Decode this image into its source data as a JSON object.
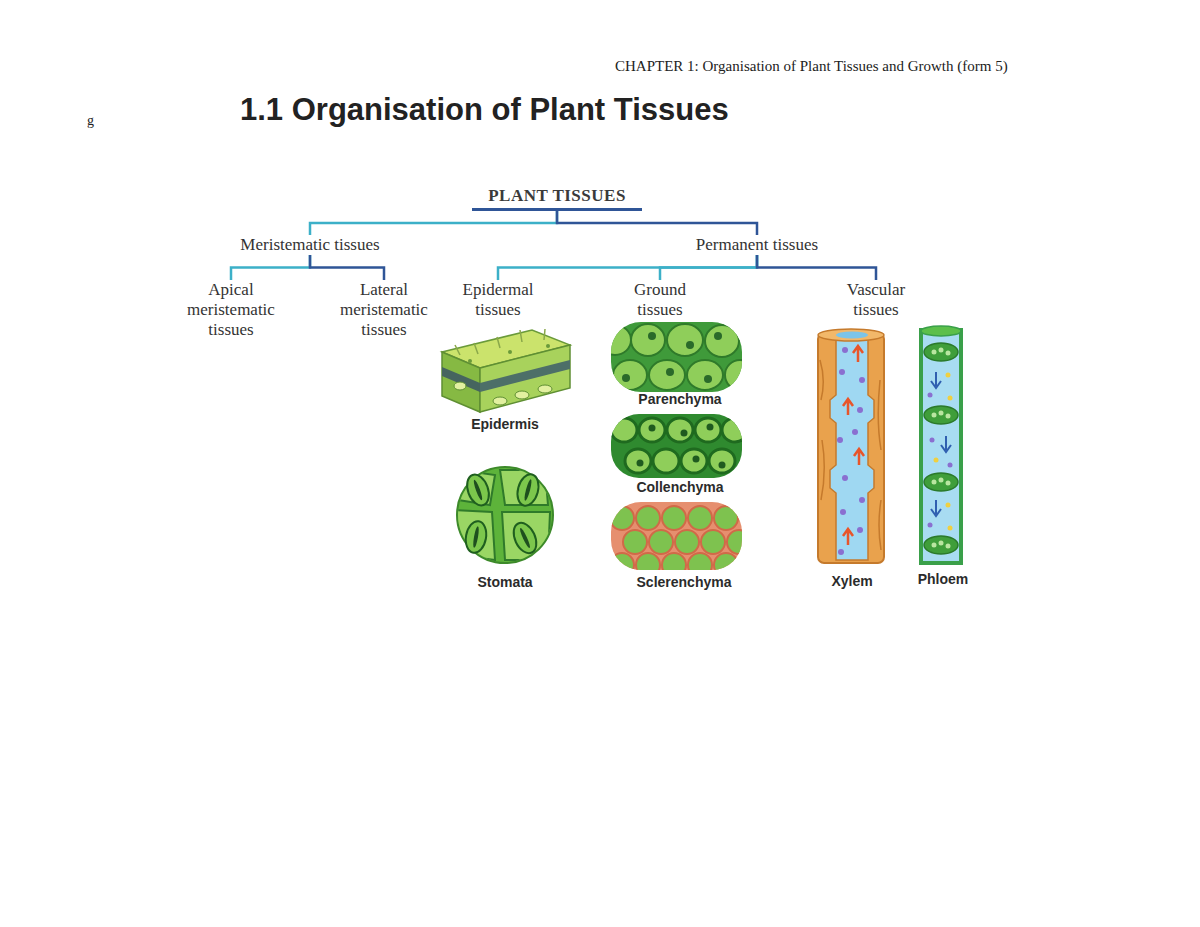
{
  "diagram": {
    "title": "1.1 Organisation of Plant Tissues",
    "nodes": [
      {
        "text": [
          "PLANT TISSUES"
        ]
      },
      {
        "text": [
          "Meristematic tissues"
        ]
      },
      {
        "text": [
          "Permanent tissues"
        ]
      },
      {
        "text": [
          "Apical meristematic tissues"
        ]
      },
      {
        "text": [
          "Lateral meristematic tissues"
        ]
      },
      {
        "text": [
          "Epidermal tissues"
        ]
      },
      {
        "text": [
          "Ground tissues"
        ]
      },
      {
        "text": [
          "Vascular tissues"
        ]
      }
    ],
    "edges": [
      {
        "from": 0,
        "to": 1,
        "arrow": "none"
      },
      {
        "from": 0,
        "to": 2,
        "arrow": "none"
      },
      {
        "from": 1,
        "to": 3,
        "arrow": "none"
      },
      {
        "from": 1,
        "to": 4,
        "arrow": "none"
      },
      {
        "from": 2,
        "to": 5,
        "arrow": "none"
      },
      {
        "from": 2,
        "to": 6,
        "arrow": "none"
      },
      {
        "from": 2,
        "to": 7,
        "arrow": "none"
      }
    ],
    "labels": [
      "CHAPTER 1: Organisation of Plant Tissues and Growth (form 5)",
      "g",
      "Epidermis",
      "Stomata",
      "Parenchyma",
      "Collenchyma",
      "Sclerenchyma",
      "Xylem",
      "Phloem"
    ]
  }
}
